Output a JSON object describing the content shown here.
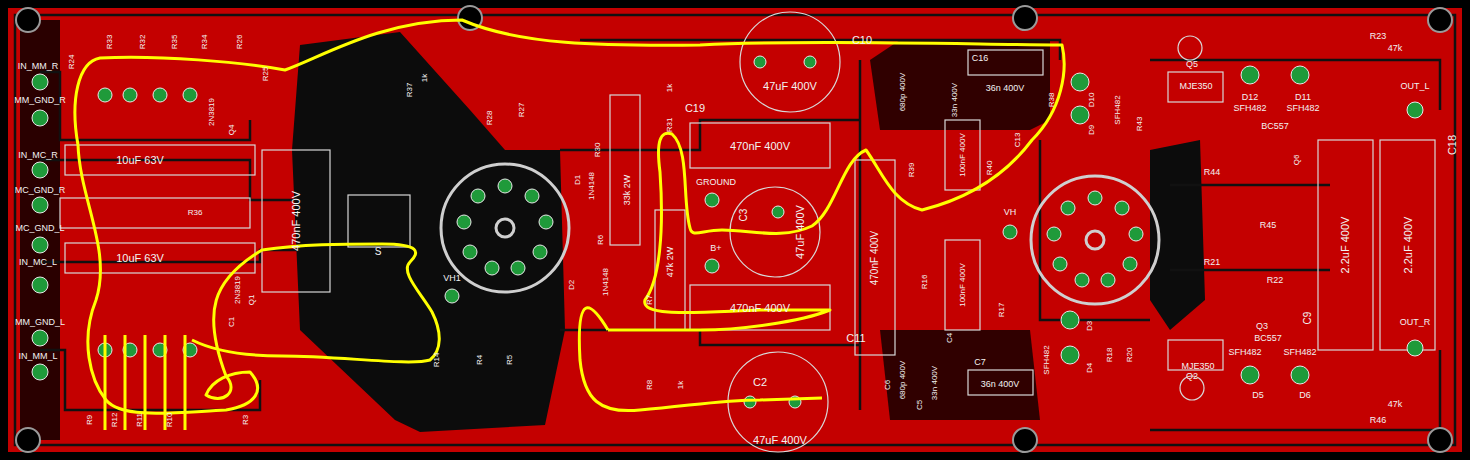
{
  "diagram": {
    "labels": [
      "IN_MM_R",
      "MM_GND_R",
      "IN_MC_R",
      "MC_GND_R",
      "MC_GND_L",
      "IN_MC_L",
      "MM_GND_L",
      "IN_MM_L",
      "R24",
      "R33",
      "R32",
      "R35",
      "R34",
      "R26",
      "R25",
      "2N3819",
      "Q4",
      "10uF 63V",
      "R36",
      "10uF 63V",
      "470nF 400V",
      "S",
      "2N3819",
      "Q1",
      "C1",
      "R9",
      "R12",
      "R11",
      "R10",
      "R3",
      "R37",
      "1k",
      "R28",
      "R27",
      "33k 2W",
      "R30",
      "R31",
      "1k",
      "C19",
      "470nF 400V",
      "D1",
      "1N4148",
      "R6",
      "47k 2W",
      "GROUND",
      "B+",
      "C3",
      "47uF 400V",
      "C10",
      "47uF 400V",
      "VH1",
      "D2",
      "1N4148",
      "R14",
      "R4",
      "R5",
      "R7",
      "R8",
      "1k",
      "470nF 400V",
      "C11",
      "C2",
      "47uF 400V",
      "680p 400V",
      "C16",
      "36n 400V",
      "33n 400V",
      "R38",
      "D10",
      "D9",
      "SFH482",
      "R43",
      "R39",
      "R40",
      "C13",
      "100nF 400V",
      "470nF 400V",
      "VH",
      "R16",
      "100nF 400V",
      "R17",
      "C4",
      "C6",
      "680p 400V",
      "C5",
      "33n 400V",
      "C7",
      "36n 400V",
      "SFH482",
      "D3",
      "D4",
      "R18",
      "R20",
      "Q5",
      "MJE350",
      "D12",
      "D11",
      "SFH482",
      "SFH482",
      "BC557",
      "Q6",
      "R23",
      "47k",
      "OUT_L",
      "R44",
      "R45",
      "R21",
      "R22",
      "2.2uF 400V",
      "2.2uF 400V",
      "C18",
      "C9",
      "Q3",
      "BC557",
      "SFH482",
      "SFH482",
      "D5",
      "D6",
      "MJE350",
      "Q2",
      "R46",
      "47k",
      "OUT_R"
    ]
  }
}
